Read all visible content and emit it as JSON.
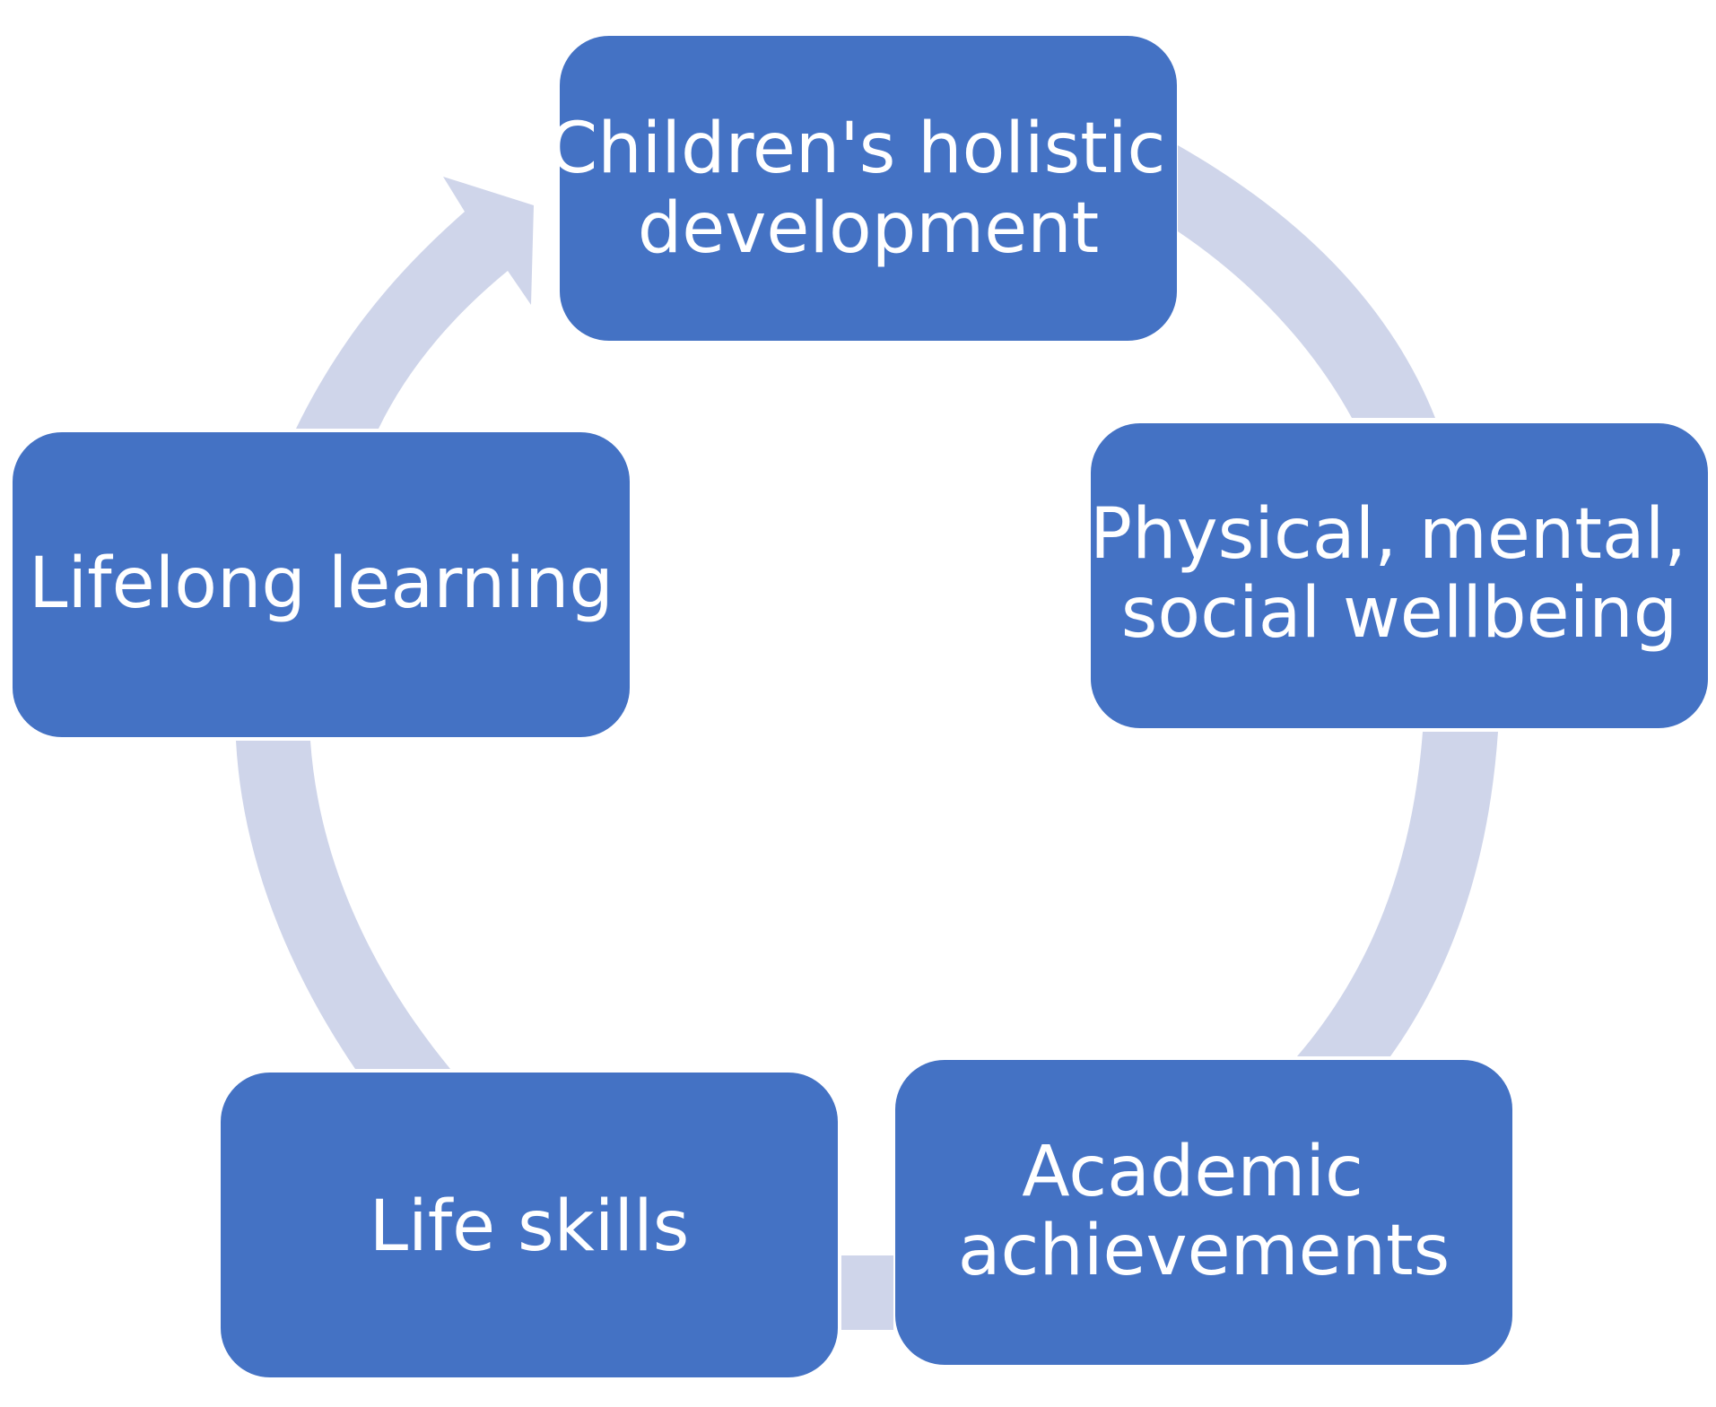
{
  "diagram": {
    "type": "cycle",
    "colors": {
      "node_fill": "#4472c4",
      "arrow_fill": "#cfd5ea",
      "text": "#ffffff",
      "background": "#ffffff"
    },
    "nodes": [
      {
        "id": "holistic-development",
        "lines": [
          "Children's holistic",
          "development"
        ]
      },
      {
        "id": "wellbeing",
        "lines": [
          "Physical, mental,",
          "social wellbeing"
        ]
      },
      {
        "id": "academic",
        "lines": [
          "Academic",
          "achievements"
        ]
      },
      {
        "id": "life-skills",
        "lines": [
          "Life skills"
        ]
      },
      {
        "id": "lifelong-learning",
        "lines": [
          "Lifelong learning"
        ]
      }
    ],
    "edges": [
      {
        "from": "holistic-development",
        "to": "wellbeing"
      },
      {
        "from": "wellbeing",
        "to": "academic"
      },
      {
        "from": "academic",
        "to": "life-skills"
      },
      {
        "from": "life-skills",
        "to": "lifelong-learning"
      },
      {
        "from": "lifelong-learning",
        "to": "holistic-development",
        "arrowhead": true
      }
    ]
  }
}
